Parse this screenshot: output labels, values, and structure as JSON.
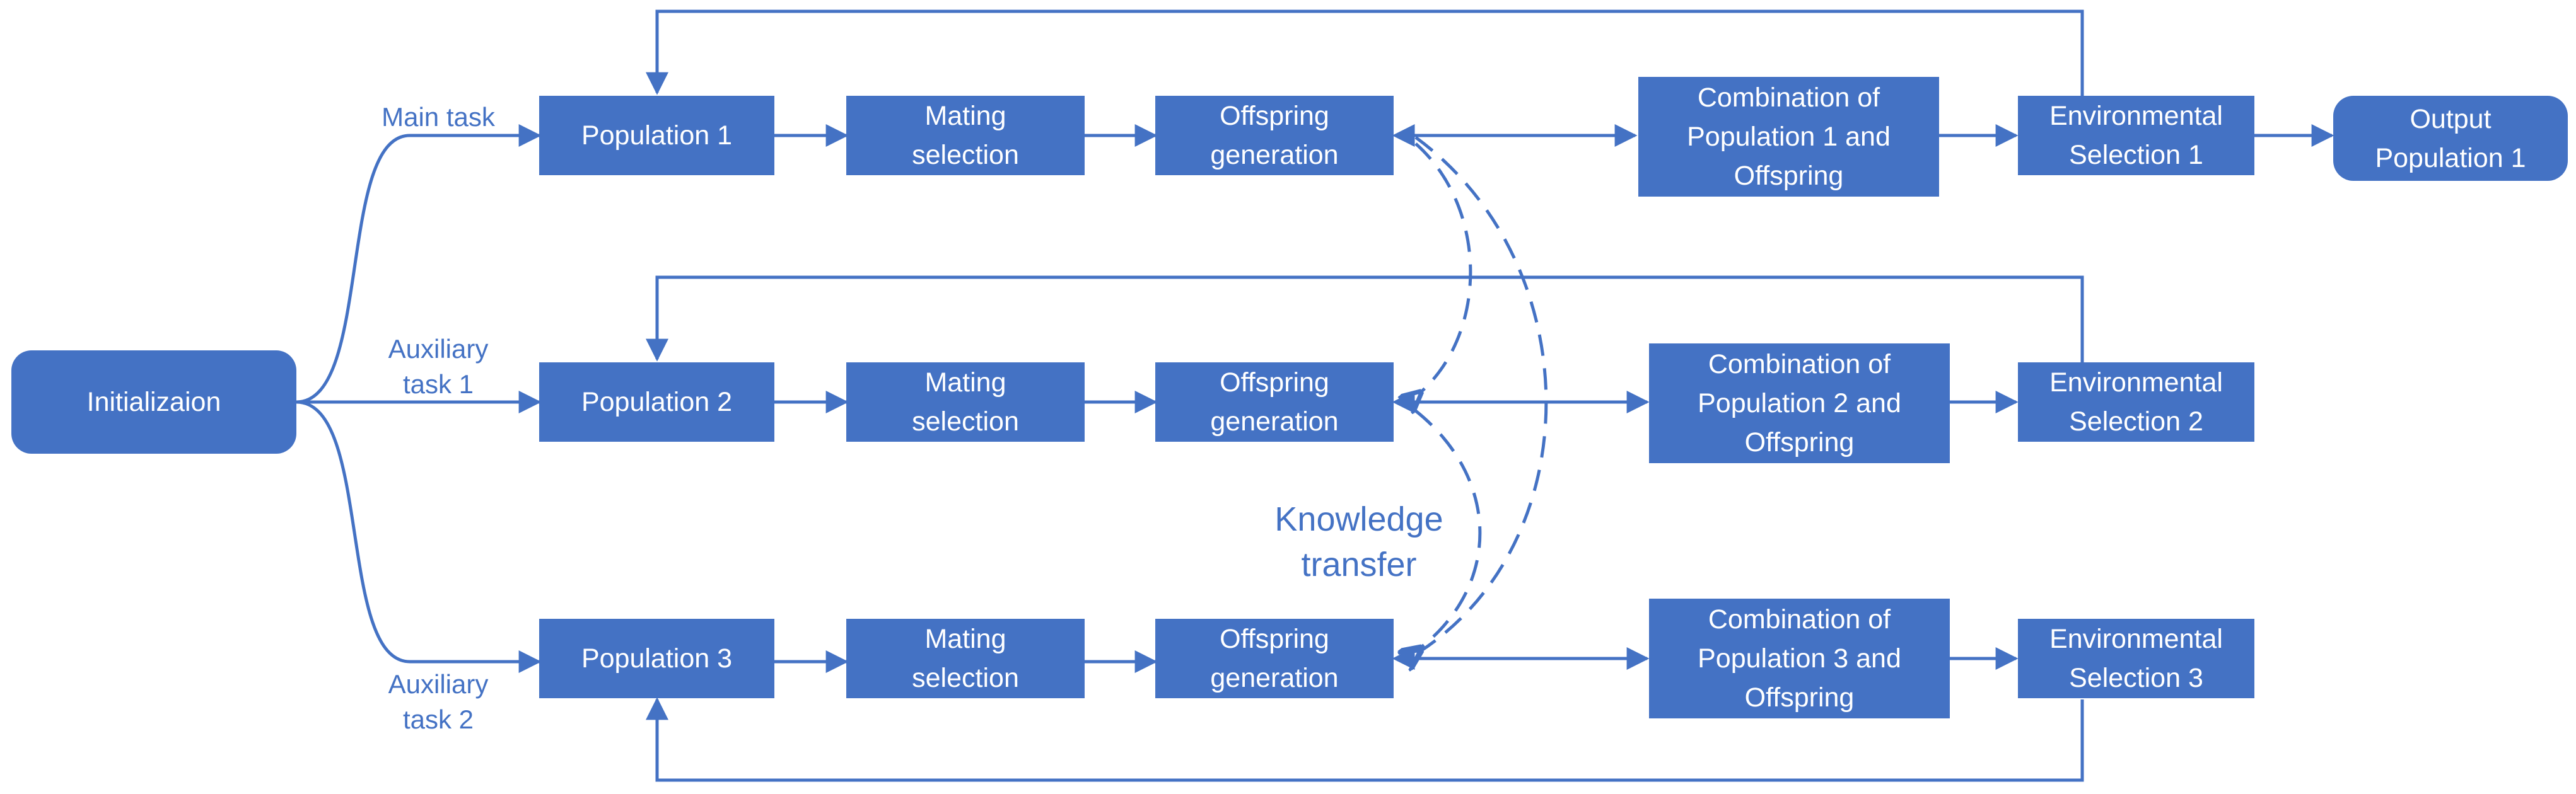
{
  "diagram": {
    "colors": {
      "box": "#4472c4",
      "text_on_box": "#ffffff",
      "line": "#4472c4",
      "label": "#4472c4"
    },
    "start": "Initializaion",
    "rows": [
      {
        "task_label": "Main task",
        "population": "Population 1",
        "mating": "Mating\nselection",
        "offspring": "Offspring\ngeneration",
        "combination": "Combination of\nPopulation 1 and\nOffspring",
        "environmental": "Environmental\nSelection 1"
      },
      {
        "task_label": "Auxiliary\ntask 1",
        "population": "Population 2",
        "mating": "Mating\nselection",
        "offspring": "Offspring\ngeneration",
        "combination": "Combination of\nPopulation 2 and\nOffspring",
        "environmental": "Environmental\nSelection 2"
      },
      {
        "task_label": "Auxiliary\ntask 2",
        "population": "Population 3",
        "mating": "Mating\nselection",
        "offspring": "Offspring\ngeneration",
        "combination": "Combination of\nPopulation 3 and\nOffspring",
        "environmental": "Environmental\nSelection 3"
      }
    ],
    "output": "Output\nPopulation 1",
    "knowledge_transfer": "Knowledge\ntransfer"
  }
}
